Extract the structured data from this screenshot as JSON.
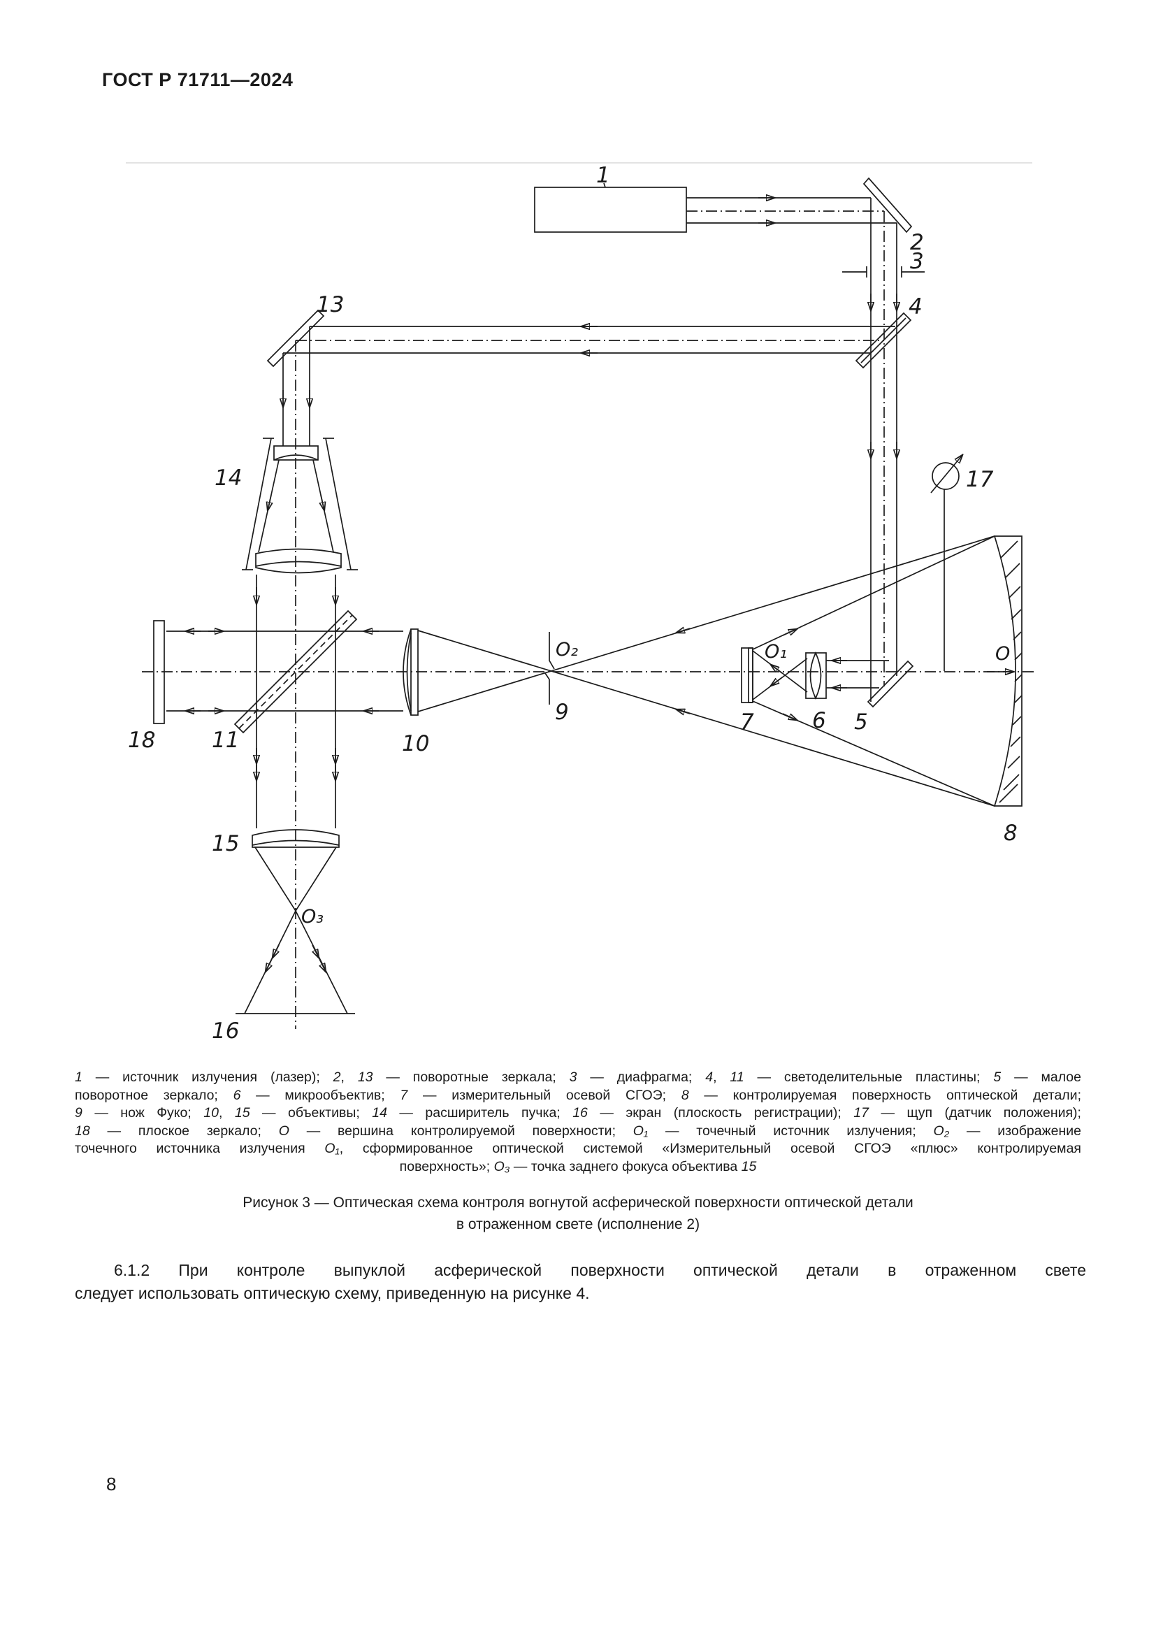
{
  "page": {
    "header": "ГОСТ Р 71711—2024",
    "page_number": "8"
  },
  "figure": {
    "labels": {
      "l1": "1",
      "l2": "2",
      "l3": "3",
      "l4": "4",
      "l5": "5",
      "l6": "6",
      "l7": "7",
      "l8": "8",
      "l9": "9",
      "l10": "10",
      "l11": "11",
      "l13": "13",
      "l14": "14",
      "l15": "15",
      "l16": "16",
      "l17": "17",
      "l18": "18",
      "o": "O",
      "o1": "O₁",
      "o2": "O₂",
      "o3": "O₃"
    },
    "legend_lines": [
      "1 — источник излучения (лазер); 2, 13 — поворотные зеркала; 3 — диафрагма; 4, 11 — светоделительные пластины; 5 — малое",
      "поворотное зеркало; 6 — микрообъектив; 7 — измерительный осевой СГОЭ; 8 — контролируемая поверхность оптической детали;",
      "9 — нож Фуко; 10, 15 — объективы; 14 — расширитель пучка; 16 — экран (плоскость регистрации); 17 — щуп (датчик положения);",
      "18 — плоское зеркало; O — вершина контролируемой поверхности; O₁ — точечный источник излучения; O₂ — изображение",
      "точечного источника излучения O₁, сформированное оптической системой «Измерительный осевой СГОЭ «плюс» контролируемая",
      "поверхность»; O₃ — точка заднего фокуса объектива 15"
    ],
    "caption": {
      "line1": "Рисунок 3 — Оптическая схема контроля вогнутой асферической поверхности оптической детали",
      "line2": "в отраженном свете (исполнение 2)"
    }
  },
  "body": {
    "line1": "6.1.2 При контроле выпуклой асферической поверхности оптической детали в отраженном свете",
    "line2": "следует использовать оптическую схему, приведенную на рисунке 4."
  }
}
